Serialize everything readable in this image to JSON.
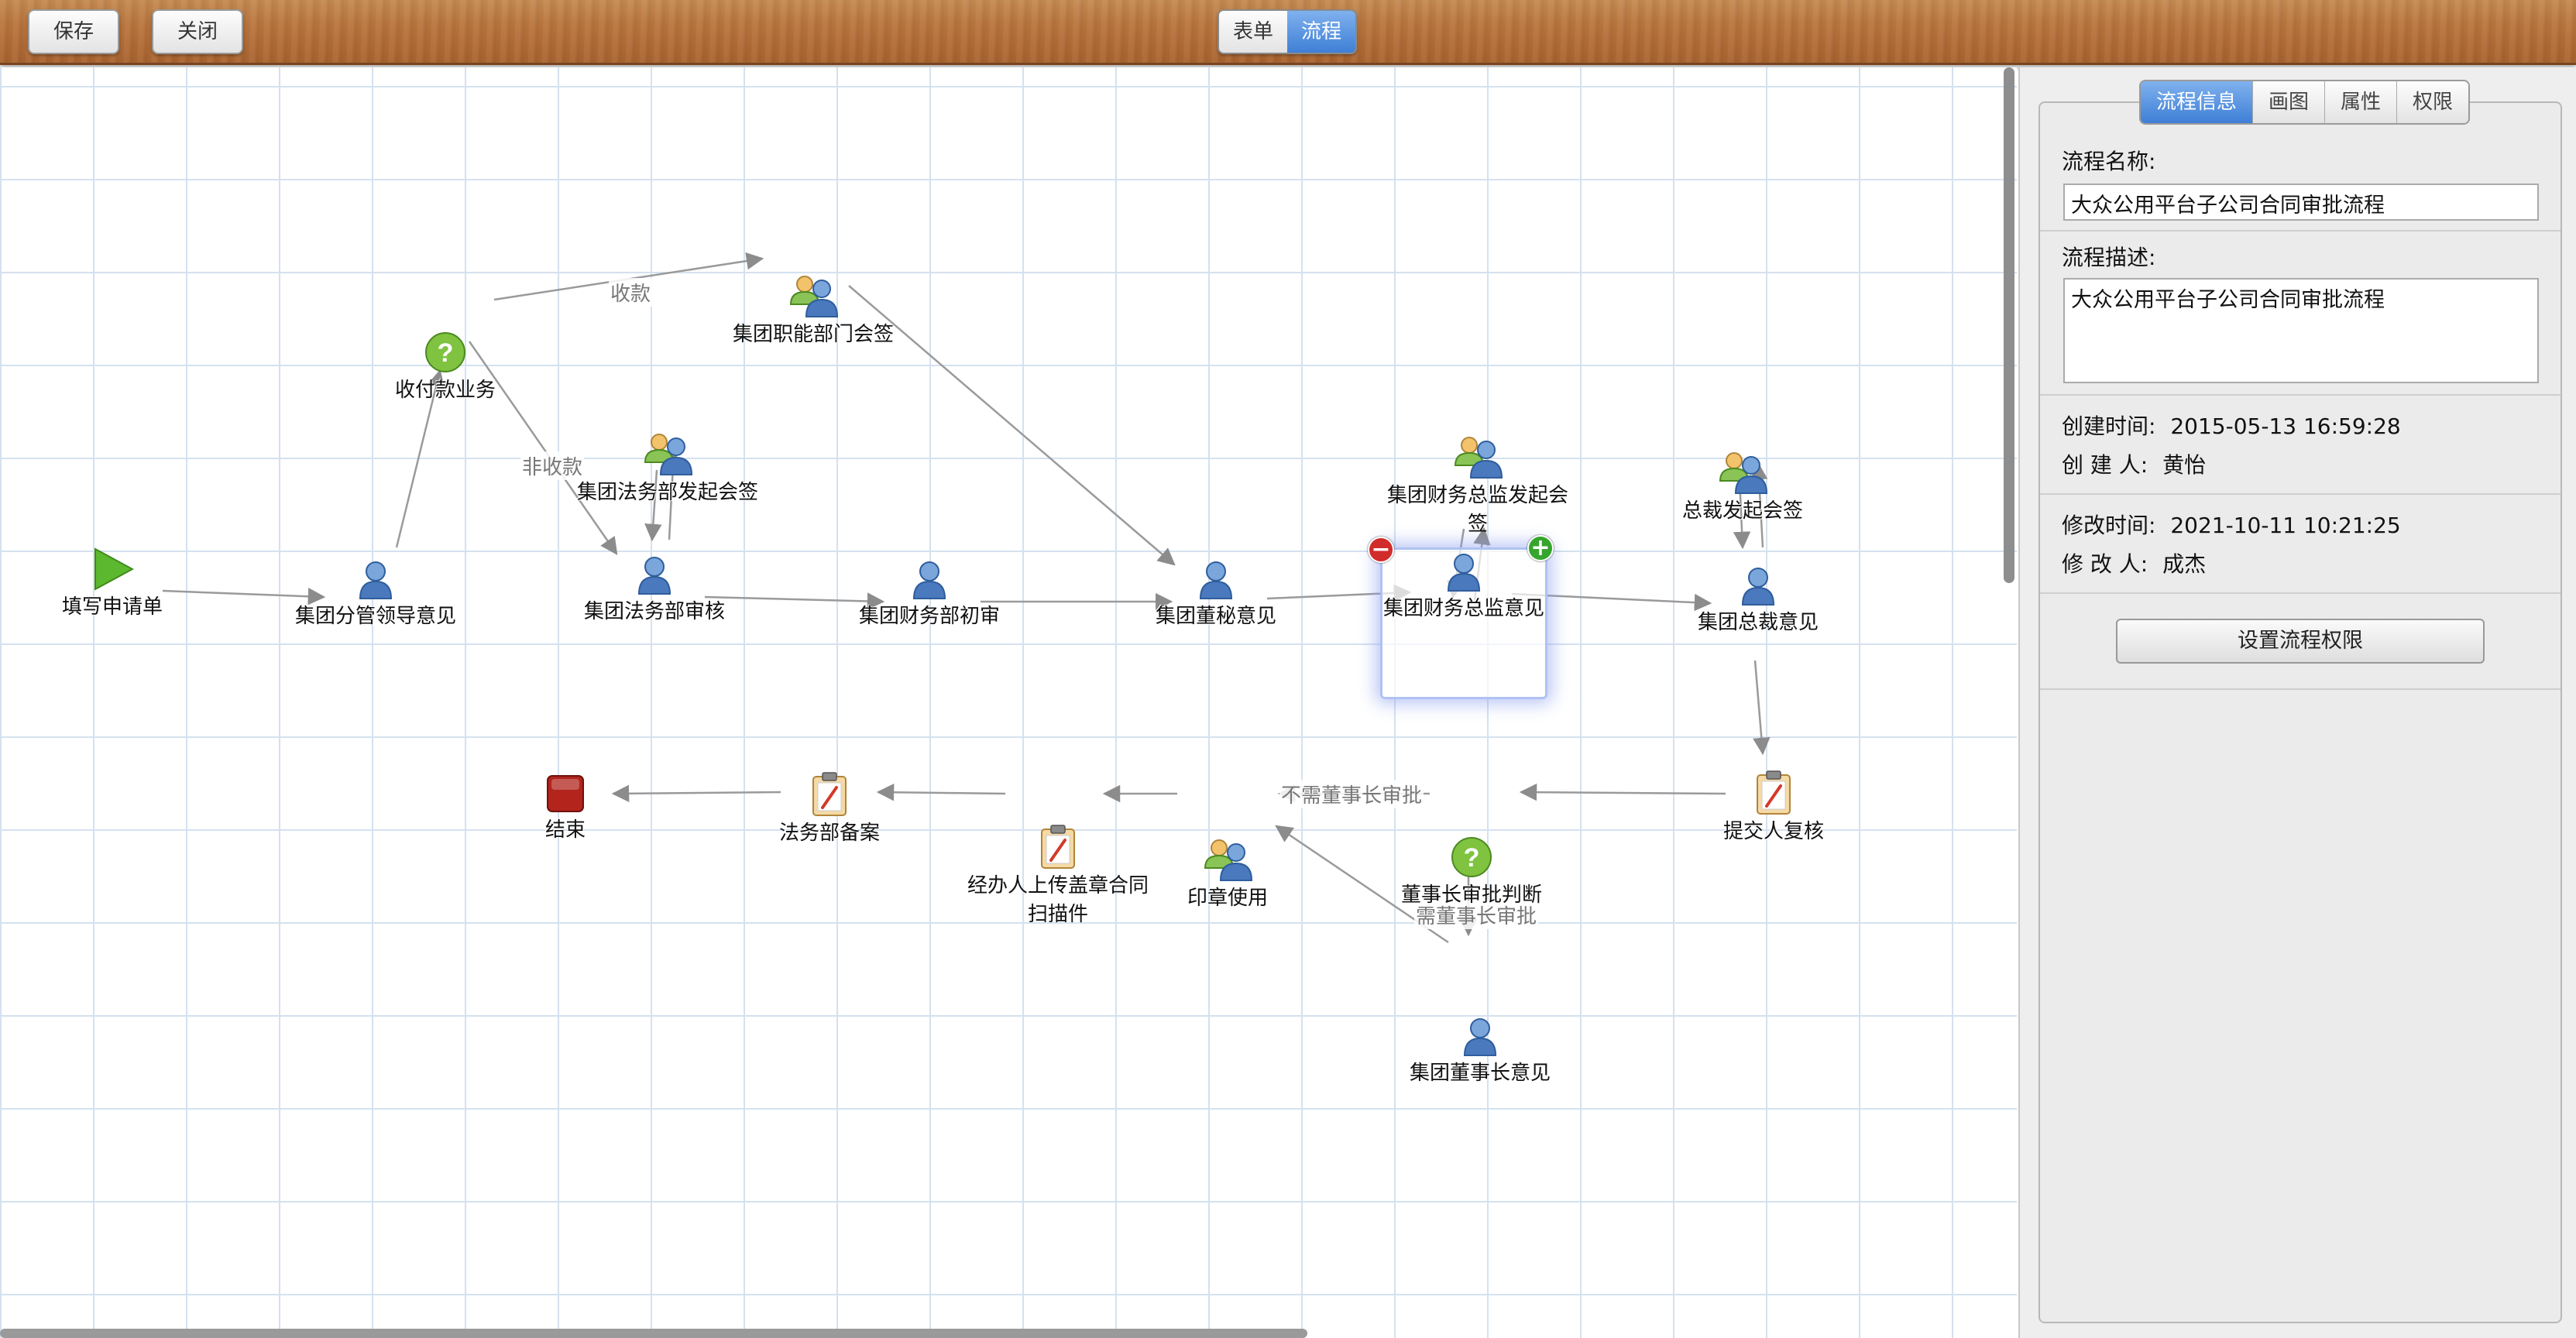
{
  "toolbar": {
    "save_label": "保存",
    "close_label": "关闭",
    "view_tabs": [
      {
        "label": "表单",
        "active": false
      },
      {
        "label": "流程",
        "active": true
      }
    ]
  },
  "diagram": {
    "nodes": {
      "start": "填写申请单",
      "fenguan": "集团分管领导意见",
      "shoufu": "收付款业务",
      "zhineng": "集团职能部门会签",
      "fawu_huiqian": "集团法务部发起会签",
      "fawu_shenhe": "集团法务部审核",
      "caiwu_chushen": "集团财务部初审",
      "dongmi": "集团董秘意见",
      "zongjian_huiqian_line1": "集团财务总监发起会",
      "zongjian_huiqian_line2": "签",
      "zongjian": "集团财务总监意见",
      "zongcai_huiqian": "总裁发起会签",
      "zongcai": "集团总裁意见",
      "tijiao": "提交人复核",
      "dongshizhang_panduan": "董事长审批判断",
      "dongshizhang": "集团董事长意见",
      "yinzhang": "印章使用",
      "shangchuan_line1": "经办人上传盖章合同",
      "shangchuan_line2": "扫描件",
      "beian": "法务部备案",
      "end": "结束"
    },
    "edge_labels": {
      "shoukuan": "收款",
      "feishoukuan": "非收款",
      "buxuyao": "不需董事长审批",
      "xuyao": "需董事长审批"
    }
  },
  "panel": {
    "tabs": [
      {
        "label": "流程信息",
        "active": true
      },
      {
        "label": "画图",
        "active": false
      },
      {
        "label": "属性",
        "active": false
      },
      {
        "label": "权限",
        "active": false
      }
    ],
    "name_label": "流程名称:",
    "name_value": "大众公用平台子公司合同审批流程",
    "desc_label": "流程描述:",
    "desc_value": "大众公用平台子公司合同审批流程",
    "created_time_label": "创建时间:",
    "created_time": "2015-05-13 16:59:28",
    "creator_label": "创 建 人:",
    "creator": "黄怡",
    "modified_time_label": "修改时间:",
    "modified_time": "2021-10-11 10:21:25",
    "modifier_label": "修 改 人:",
    "modifier": "成杰",
    "permission_button": "设置流程权限"
  },
  "colors": {
    "accent": "#3f7fd6",
    "grid": "#d4e1ef",
    "toolbar_wood": "#b8743d",
    "start_green": "#5cb82e",
    "end_red": "#b2241c"
  }
}
